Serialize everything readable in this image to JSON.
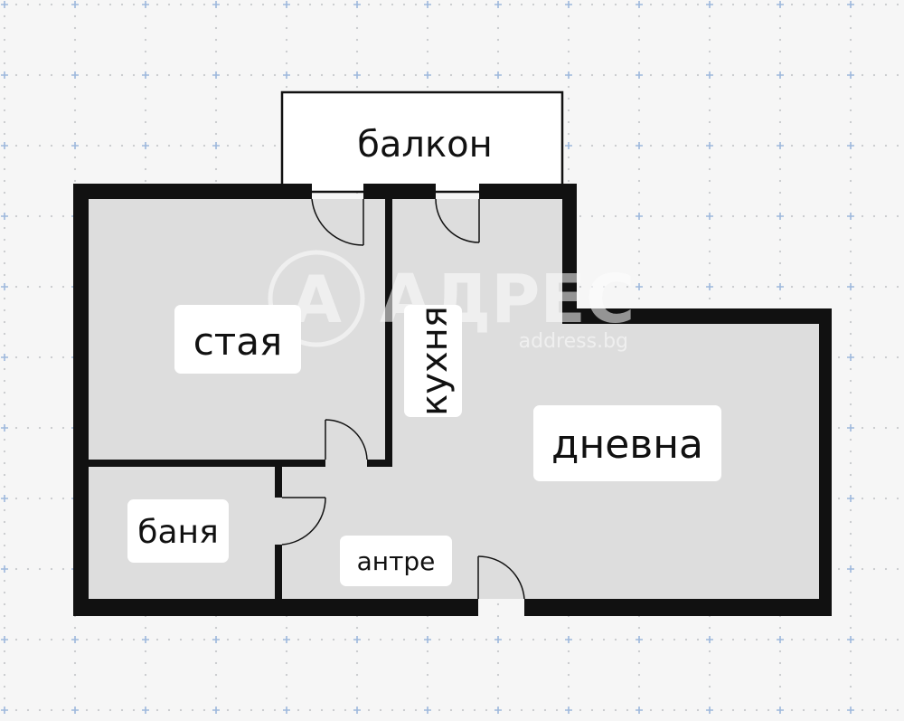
{
  "colors": {
    "background": "#f6f6f6",
    "dot": "#c7c9cc",
    "plus": "#9db8dc",
    "room_fill": "#dddddd",
    "wall": "#111111",
    "label_bg": "#ffffff",
    "watermark": "#ffffff"
  },
  "watermark": {
    "logo_letter": "А",
    "name": "АДРЕС",
    "domain": "address.bg"
  },
  "rooms": {
    "balcony": {
      "label": "балкон"
    },
    "bedroom": {
      "label": "стая"
    },
    "kitchen": {
      "label": "кухня"
    },
    "living": {
      "label": "дневна"
    },
    "bathroom": {
      "label": "баня"
    },
    "hallway": {
      "label": "антре"
    }
  }
}
